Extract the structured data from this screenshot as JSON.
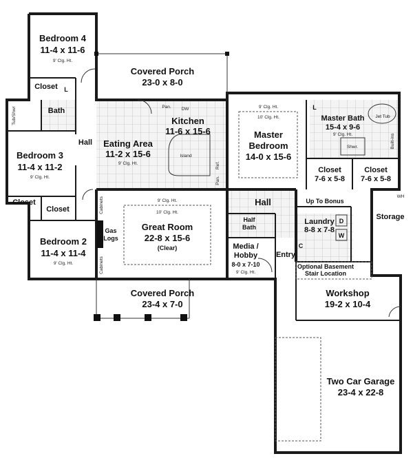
{
  "rooms": {
    "bedroom4": {
      "name": "Bedroom 4",
      "dims": "11-4 x 11-6",
      "ceiling": "9' Clg. Ht."
    },
    "covered_porch_rear": {
      "name": "Covered Porch",
      "dims": "23-0 x 8-0"
    },
    "closet_b4": {
      "name": "Closet"
    },
    "linen": {
      "name": "L"
    },
    "hall_left": {
      "name": "Hall"
    },
    "bath": {
      "name": "Bath"
    },
    "tub_shwr": {
      "name": "Tub/Shwr"
    },
    "bedroom3": {
      "name": "Bedroom 3",
      "dims": "11-4 x 11-2",
      "ceiling": "9' Clg. Ht."
    },
    "closet_b3": {
      "name": "Closet"
    },
    "closet_b2": {
      "name": "Closet"
    },
    "bedroom2": {
      "name": "Bedroom 2",
      "dims": "11-4 x 11-4",
      "ceiling": "9' Clg. Ht."
    },
    "eating_area": {
      "name": "Eating Area",
      "dims": "11-2 x 15-6",
      "ceiling": "9' Clg. Ht."
    },
    "kitchen": {
      "name": "Kitchen",
      "dims": "11-6 x 15-6",
      "pan": "Pan.",
      "dw": "DW",
      "island": "Island",
      "ref": "Ref.",
      "pan2": "Pan."
    },
    "master_bedroom": {
      "name": "Master",
      "name2": "Bedroom",
      "dims": "14-0 x 15-6",
      "ceiling": "10' Clg. Ht.",
      "ceiling_top": "9' Clg. Ht."
    },
    "master_bath": {
      "name": "Master Bath",
      "dims": "15-4 x 9-6",
      "ceiling": "9' Clg. Ht.",
      "jet_tub": "Jet Tub",
      "shwr": "Shwr.",
      "built_ins": "Built-ins",
      "linen": "L"
    },
    "closet_m1": {
      "name": "Closet",
      "dims": "7-6 x 5-8"
    },
    "closet_m2": {
      "name": "Closet",
      "dims": "7-6 x 5-8"
    },
    "great_room": {
      "name": "Great Room",
      "dims": "22-8 x 15-6",
      "note": "(Clear)",
      "ceiling_top": "9' Clg. Ht.",
      "ceiling_bottom": "10' Clg. Ht.",
      "gas_logs": "Gas",
      "gas_logs2": "Logs",
      "cabinets_top": "Cabinets",
      "cabinets_bottom": "Cabinets"
    },
    "hall_center": {
      "name": "Hall"
    },
    "half_bath": {
      "name": "Half",
      "name2": "Bath"
    },
    "media": {
      "name": "Media /",
      "name2": "Hobby",
      "dims": "8-0 x 7-10",
      "ceiling": "9' Clg. Ht."
    },
    "entry": {
      "name": "Entry"
    },
    "up_to_bonus": {
      "name": "Up To Bonus"
    },
    "laundry": {
      "name": "Laundry",
      "dims": "8-8 x 7-8",
      "d": "D",
      "w": "W",
      "c": "C"
    },
    "storage": {
      "name": "Storage",
      "wh": "WH"
    },
    "optional_basement": {
      "name": "Optional Basement",
      "name2": "Stair Location"
    },
    "workshop": {
      "name": "Workshop",
      "dims": "19-2 x 10-4"
    },
    "covered_porch_front": {
      "name": "Covered Porch",
      "dims": "23-4 x 7-0"
    },
    "garage": {
      "name": "Two Car Garage",
      "dims": "23-4 x 22-8"
    }
  }
}
